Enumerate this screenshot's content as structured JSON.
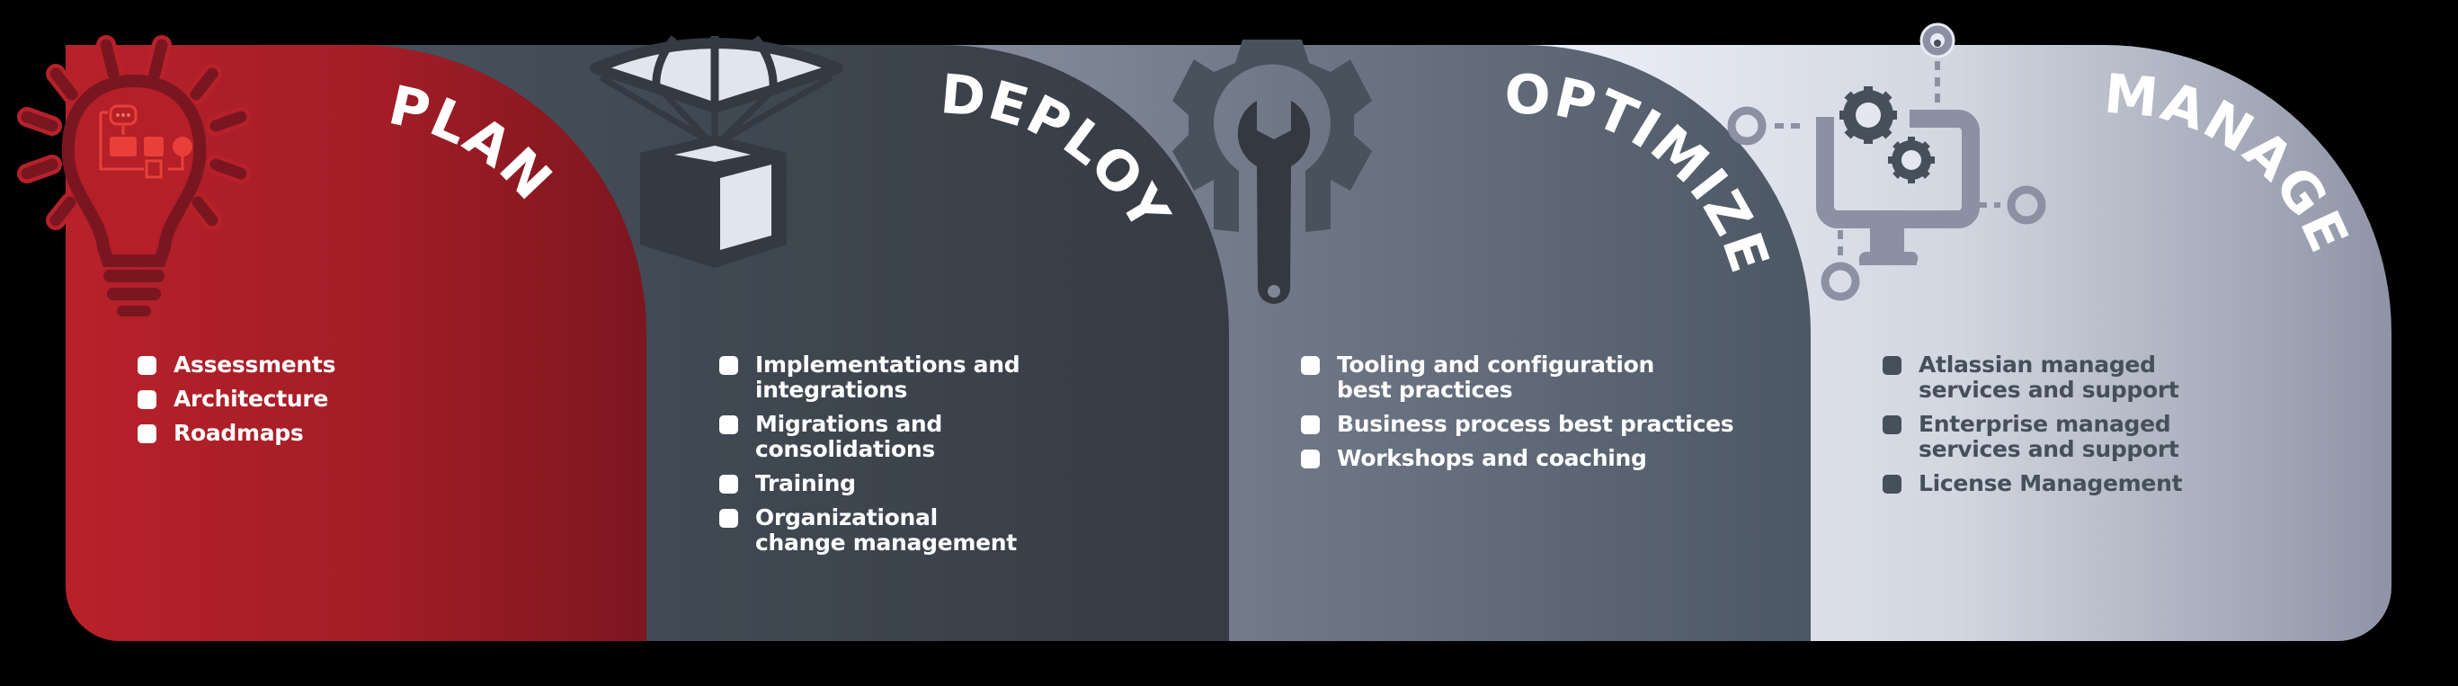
{
  "diagram": {
    "phases": [
      {
        "title": "PLAN",
        "icon": "lightbulb-flowchart-icon",
        "items": [
          "Assessments",
          "Architecture",
          "Roadmaps"
        ]
      },
      {
        "title": "DEPLOY",
        "icon": "parachute-box-icon",
        "items": [
          "Implementations and integrations",
          "Migrations and consolidations",
          "Training",
          "Organizational change management"
        ]
      },
      {
        "title": "OPTIMIZE",
        "icon": "gear-wrench-icon",
        "items": [
          "Tooling and configuration best practices",
          "Business process best practices",
          "Workshops and coaching"
        ]
      },
      {
        "title": "MANAGE",
        "icon": "monitor-gears-network-icon",
        "items": [
          "Atlassian managed services and support",
          "Enterprise managed services and support",
          "License Management"
        ]
      }
    ],
    "colors": {
      "plan_start": "#b8212a",
      "plan_end": "#7c1620",
      "deploy_start": "#47525c",
      "deploy_end": "#363b45",
      "optimize_start": "#878d9e",
      "optimize_end": "#4c5764",
      "manage_start": "#eceef8",
      "manage_end": "#8e94a6",
      "background": "#000000",
      "text_light": "#ffffff",
      "text_dark": "#46505a"
    }
  }
}
